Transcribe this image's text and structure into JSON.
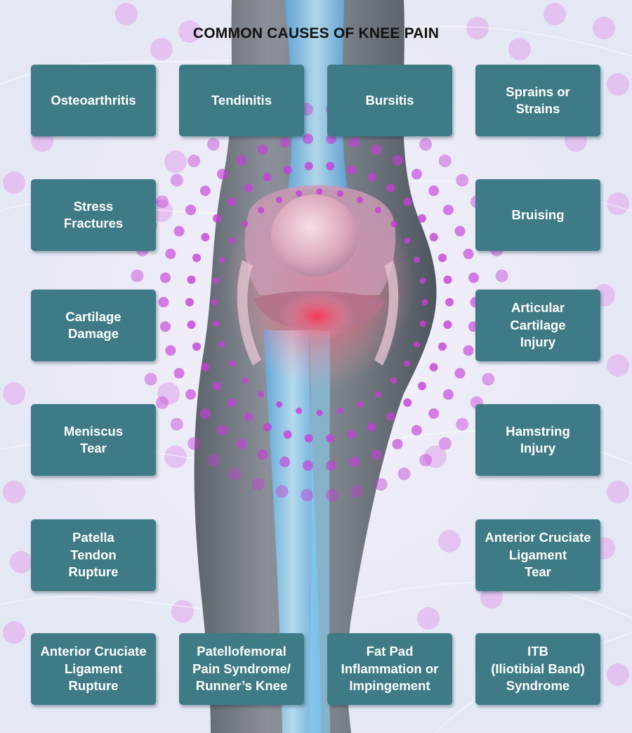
{
  "title": "COMMON CAUSES OF KNEE PAIN",
  "colors": {
    "card": "#3e7b86",
    "card_text": "#ffffff",
    "dots": "#cc33dd",
    "leg": "#7a8088",
    "bone": "#7ec2ea",
    "inflammation": "#ff3355"
  },
  "causes": {
    "osteoarthritis": "Osteoarthritis",
    "tendinitis": "Tendinitis",
    "bursitis": "Bursitis",
    "sprains": "Sprains or\nStrains",
    "stress_fractures": "Stress\nFractures",
    "bruising": "Bruising",
    "cartilage_damage": "Cartilage\nDamage",
    "articular_cartilage": "Articular\nCartilage\nInjury",
    "meniscus_tear": "Meniscus\nTear",
    "hamstring": "Hamstring\nInjury",
    "patella_tendon": "Patella\nTendon\nRupture",
    "acl_tear": "Anterior Cruciate\nLigament\nTear",
    "acl_rupture": "Anterior Cruciate\nLigament\nRupture",
    "patellofemoral": "Patellofemoral\nPain Syndrome/\nRunner’s Knee",
    "fat_pad": "Fat Pad\nInflammation or\nImpingement",
    "itb": "ITB\n(Iliotibial Band)\nSyndrome"
  }
}
